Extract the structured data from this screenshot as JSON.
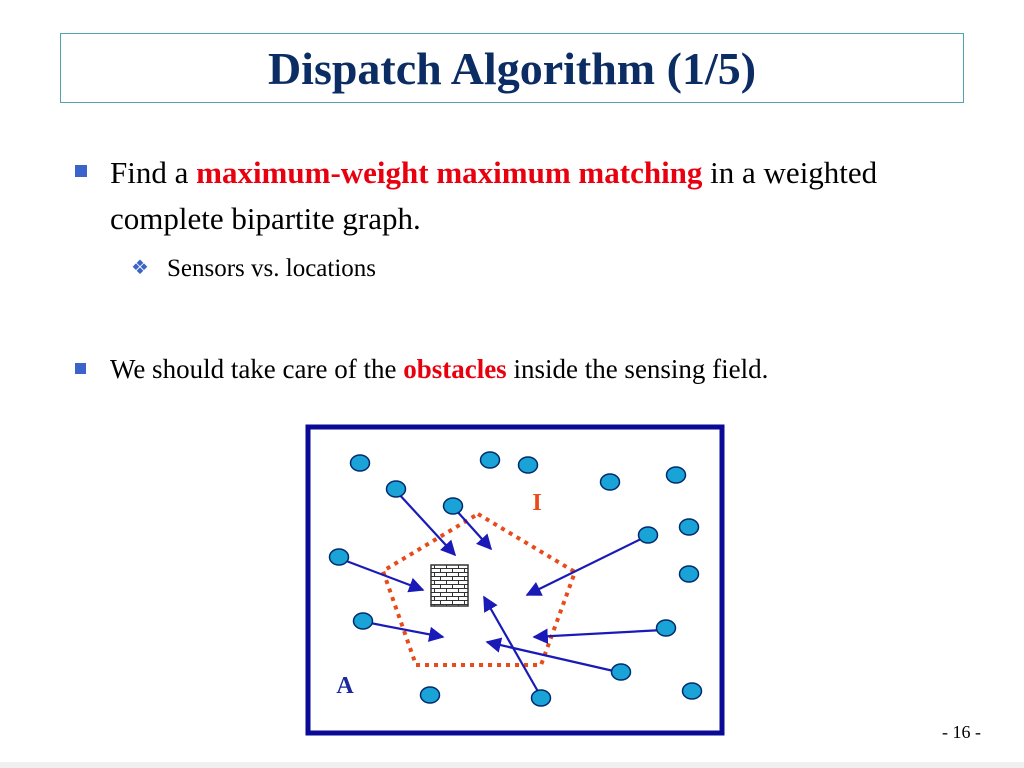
{
  "slide": {
    "title": "Dispatch Algorithm (1/5)",
    "page_number": "- 16 -"
  },
  "bullets": {
    "b1_prefix": "Find a ",
    "b1_highlight": "maximum-weight maximum matching",
    "b1_suffix": " in a weighted complete bipartite graph.",
    "b1_sub": "Sensors vs. locations",
    "b2_prefix": "We should take care of the ",
    "b2_highlight": "obstacles",
    "b2_suffix": " inside the sensing field."
  },
  "diagram": {
    "label_inner": "I",
    "label_outer": "A",
    "colors": {
      "frame": "#0a0a96",
      "sensor_fill": "#1aa3d6",
      "sensor_stroke": "#002a6e",
      "arrow": "#1a1ab8",
      "boundary": "#e84a1a",
      "label_inner": "#e84a1a",
      "label_outer": "#1a2a9e"
    },
    "icons": [
      "brick-wall-obstacle-icon",
      "bullet-square-icon",
      "bullet-diamond-icon"
    ]
  }
}
